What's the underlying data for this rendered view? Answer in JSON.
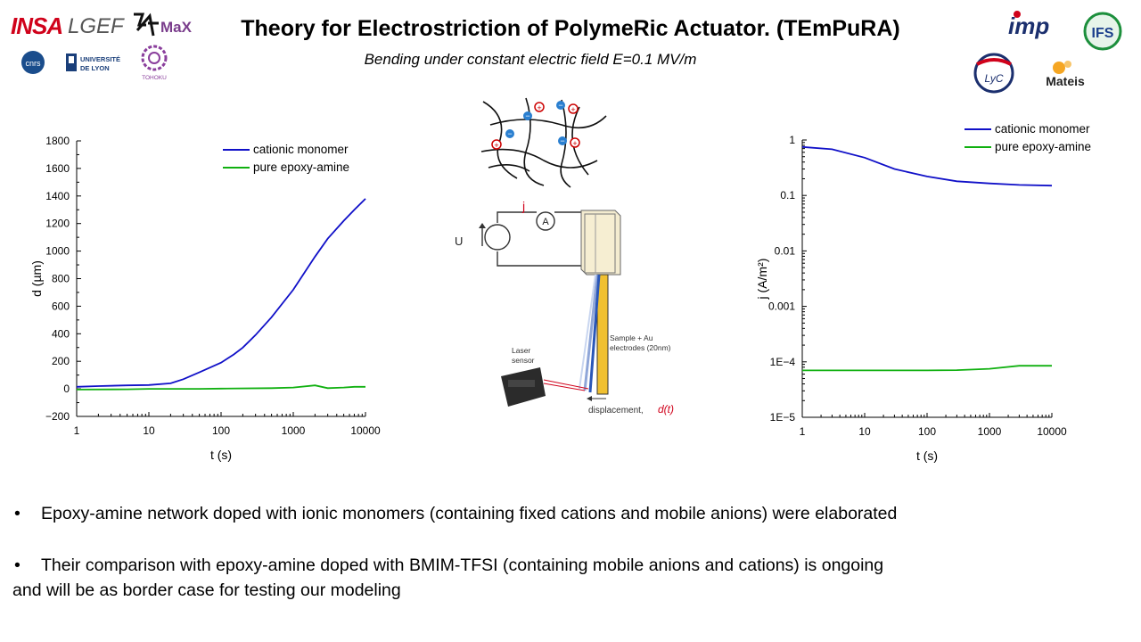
{
  "header": {
    "title": "Theory for Electrostriction of PolymeRic Actuator. (TEmPuRA)",
    "subtitle": "Bending under constant electric field E=0.1 MV/m"
  },
  "logos": {
    "insa": "INSA",
    "lgef": "LGEF",
    "elymax": "MaX",
    "cnrs": "cnrs",
    "lyon": [
      "UNIVERSITÉ",
      "DE LYON"
    ],
    "tohoku": "TOHOKU",
    "imp": "imp",
    "ifs": "IFS",
    "lyc": "LyC",
    "mateis": "Mateis"
  },
  "diagram": {
    "current_label": "j",
    "ammeter_label": "A",
    "voltage_label": "U",
    "sample_label_1": "Sample + Au",
    "sample_label_2": "electrodes (20nm)",
    "laser_label_1": "Laser",
    "laser_label_2": "sensor",
    "displacement_label": "displacement,",
    "displacement_symbol": "d(t)",
    "ion_plus": "+",
    "ion_minus": "−"
  },
  "chart_data": [
    {
      "type": "line",
      "xlabel": "t (s)",
      "ylabel": "d (µm)",
      "xscale": "log",
      "xlim": [
        1,
        10000
      ],
      "ylim": [
        -200,
        1800
      ],
      "xticks": [
        1,
        10,
        100,
        1000,
        10000
      ],
      "xtick_labels": [
        "1",
        "10",
        "100",
        "1000",
        "10000"
      ],
      "yticks": [
        -200,
        0,
        200,
        400,
        600,
        800,
        1000,
        1200,
        1400,
        1600,
        1800
      ],
      "ytick_labels": [
        "−200",
        "0",
        "200",
        "400",
        "600",
        "800",
        "1000",
        "1200",
        "1400",
        "1600",
        "1800"
      ],
      "legend_position": "top-right",
      "series": [
        {
          "name": "cationic monomer",
          "color": "#1010c8",
          "x": [
            1,
            2,
            5,
            10,
            20,
            30,
            50,
            100,
            150,
            200,
            300,
            500,
            1000,
            2000,
            3000,
            5000,
            7000,
            10000
          ],
          "y": [
            15,
            20,
            25,
            28,
            40,
            70,
            120,
            190,
            250,
            300,
            390,
            520,
            720,
            960,
            1090,
            1220,
            1300,
            1380
          ]
        },
        {
          "name": "pure epoxy-amine",
          "color": "#10b010",
          "x": [
            1,
            5,
            10,
            50,
            100,
            500,
            1000,
            2000,
            3000,
            5000,
            7000,
            10000
          ],
          "y": [
            -5,
            -3,
            0,
            0,
            2,
            5,
            10,
            25,
            5,
            10,
            15,
            15
          ]
        }
      ]
    },
    {
      "type": "line",
      "xlabel": "t (s)",
      "ylabel": "j (A/m²)",
      "xscale": "log",
      "yscale": "log",
      "xlim": [
        1,
        10000
      ],
      "ylim": [
        1e-05,
        1
      ],
      "xticks": [
        1,
        10,
        100,
        1000,
        10000
      ],
      "xtick_labels": [
        "1",
        "10",
        "100",
        "1000",
        "10000"
      ],
      "yticks": [
        1e-05,
        0.0001,
        0.001,
        0.01,
        0.1,
        1
      ],
      "ytick_labels": [
        "1E−5",
        "1E−4",
        "0.001",
        "0.01",
        "0.1",
        "1"
      ],
      "legend_position": "top-right",
      "series": [
        {
          "name": "cationic monomer",
          "color": "#1010c8",
          "x": [
            1,
            3,
            10,
            30,
            100,
            300,
            1000,
            3000,
            10000
          ],
          "y": [
            0.75,
            0.68,
            0.48,
            0.3,
            0.22,
            0.18,
            0.165,
            0.155,
            0.15
          ]
        },
        {
          "name": "pure epoxy-amine",
          "color": "#10b010",
          "x": [
            1,
            10,
            100,
            300,
            1000,
            3000,
            10000
          ],
          "y": [
            7e-05,
            7e-05,
            7e-05,
            7.1e-05,
            7.5e-05,
            8.5e-05,
            8.5e-05
          ]
        }
      ]
    }
  ],
  "bullets": [
    "Epoxy-amine network doped with ionic monomers (containing fixed cations and mobile anions) were elaborated",
    "Their comparison with epoxy-amine doped with BMIM-TFSI (containing mobile anions and cations) is ongoing",
    "and will be as border case for testing our modeling"
  ],
  "bullet_symbol": "•"
}
